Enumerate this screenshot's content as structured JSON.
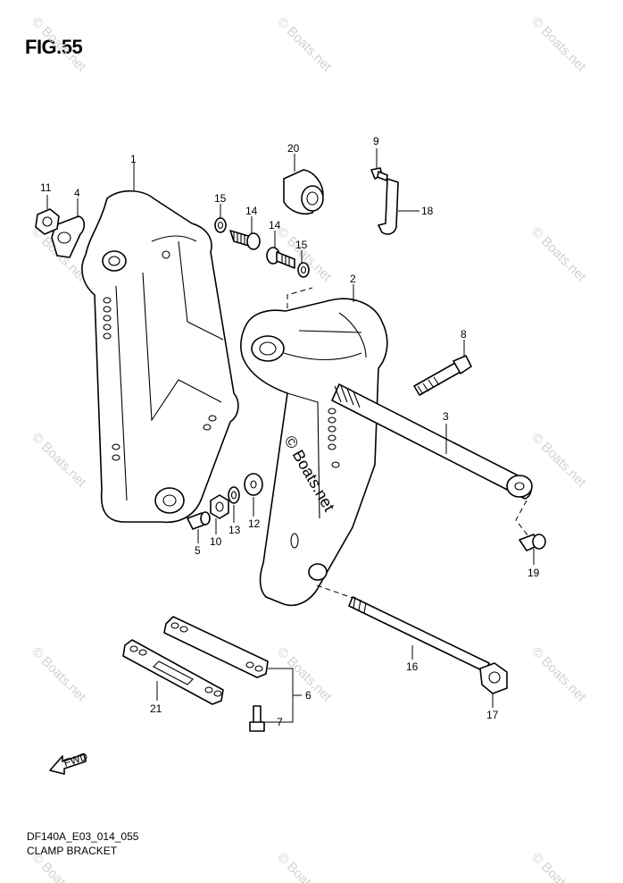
{
  "figure": {
    "title": "FIG.55",
    "code": "DF140A_E03_014_055",
    "caption": "CLAMP BRACKET",
    "fwd_label": "FWD"
  },
  "watermark": {
    "text": "© Boats.net",
    "center_text": "© Boats.net"
  },
  "callouts": [
    "1",
    "2",
    "3",
    "4",
    "5",
    "6",
    "7",
    "8",
    "9",
    "10",
    "11",
    "12",
    "13",
    "14",
    "14",
    "15",
    "15",
    "16",
    "17",
    "18",
    "19",
    "20",
    "21"
  ]
}
